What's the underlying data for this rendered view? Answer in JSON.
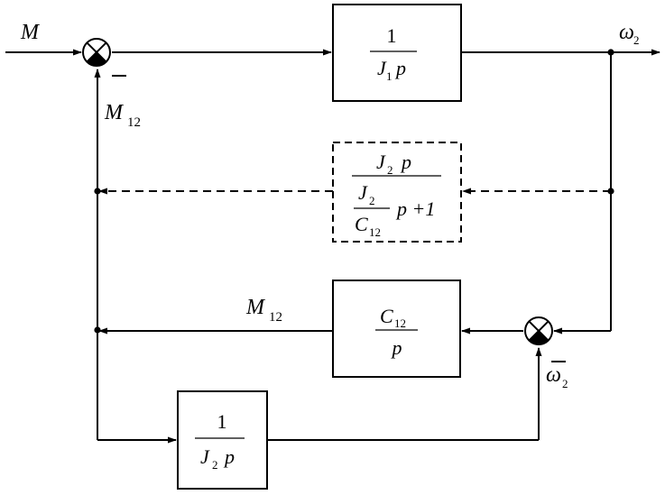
{
  "labels": {
    "input": "M",
    "output_main": "ω",
    "output_main_sub": "2",
    "m12_upper": "M",
    "m12_upper_sub": "12",
    "m12_lower": "M",
    "m12_lower_sub": "12",
    "omega_lower": "ω",
    "omega_lower_sub": "2",
    "minus_sign": "–"
  },
  "blocks": {
    "b1": {
      "num": "1",
      "den_var": "J",
      "den_sub": "1",
      "den_p": "p"
    },
    "b2": {
      "top_var": "J",
      "top_sub": "2",
      "top_p": "p",
      "inner_num_var": "J",
      "inner_num_sub": "2",
      "inner_den_var": "C",
      "inner_den_sub": "12",
      "tail": "p +1"
    },
    "b3": {
      "num_var": "C",
      "num_sub": "12",
      "den": "p"
    },
    "b4": {
      "num": "1",
      "den_var": "J",
      "den_sub": "2",
      "den_p": "p"
    }
  },
  "colors": {
    "line": "#000000",
    "background": "#ffffff"
  }
}
